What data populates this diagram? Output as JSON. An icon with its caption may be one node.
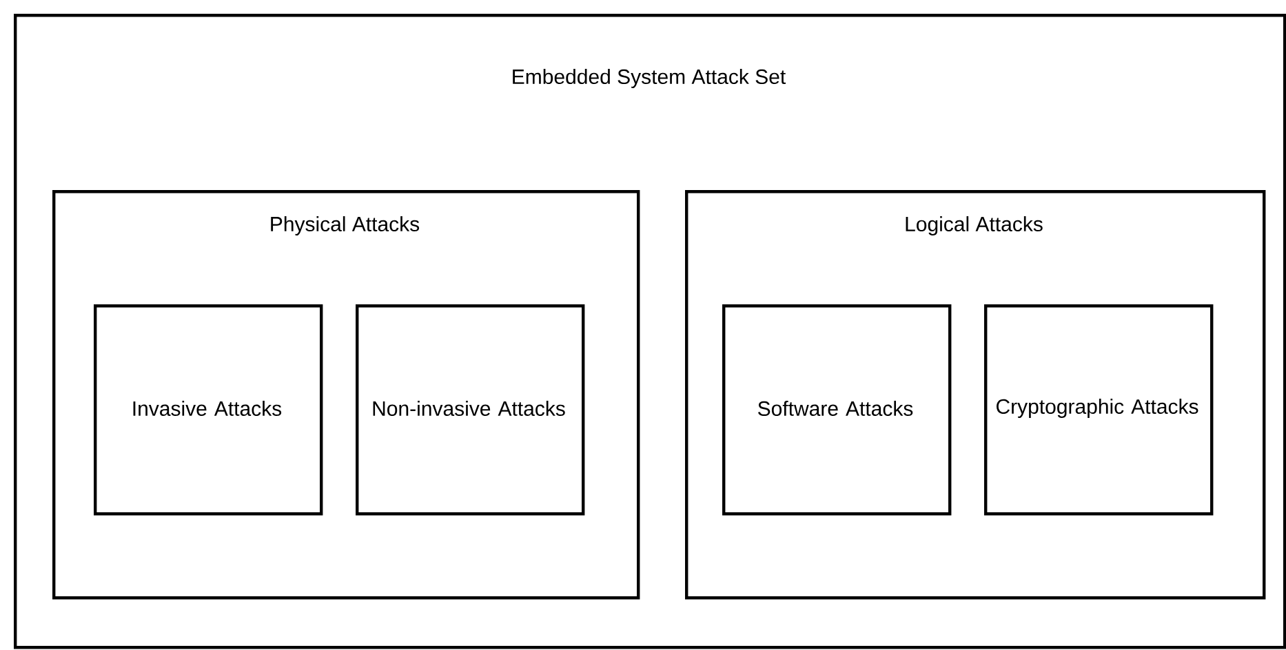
{
  "diagram": {
    "nodes": [
      {
        "text": [
          "Embedded System Attack Set"
        ]
      },
      {
        "text": [
          "Physical Attacks"
        ],
        "in": 0
      },
      {
        "text": [
          "Invasive Attacks"
        ],
        "in": 1
      },
      {
        "text": [
          "Non-invasive Attacks"
        ],
        "in": 1
      },
      {
        "text": [
          "Logical Attacks"
        ],
        "in": 0
      },
      {
        "text": [
          "Software Attacks"
        ],
        "in": 4
      },
      {
        "text": [
          "Cryptographic Attacks"
        ],
        "in": 4
      }
    ]
  }
}
